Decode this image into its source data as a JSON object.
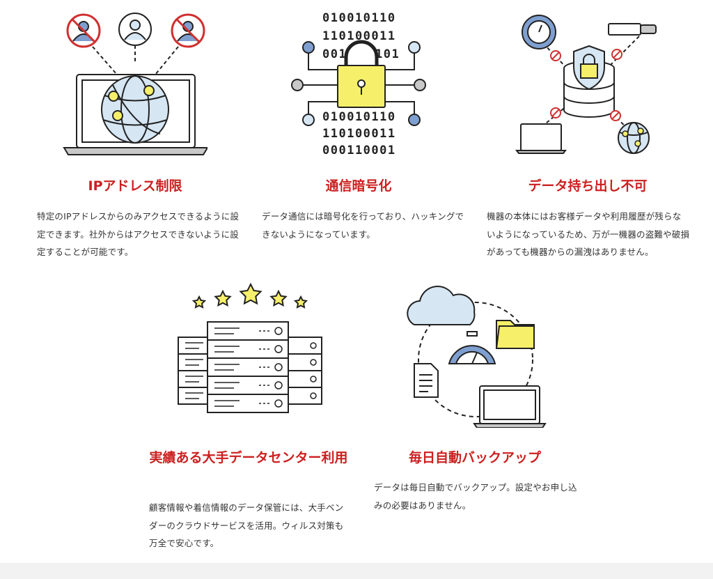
{
  "features": [
    {
      "id": "ip",
      "title": "IPアドレス制限",
      "text": "特定のIPアドレスからのみアクセスできるように設定できます。社外からはアクセスできないように設定することが可能です。",
      "icon": "laptop-globe-users-icon"
    },
    {
      "id": "encryption",
      "title": "通信暗号化",
      "text": "データ通信には暗号化を行っており、ハッキングできないようになっています。",
      "icon": "padlock-binary-icon",
      "binary_top": [
        "010010110",
        "110100011",
        "001",
        "101"
      ],
      "binary_bottom": [
        "010010110",
        "110100011",
        "000110001"
      ]
    },
    {
      "id": "no-takeout",
      "title": "データ持ち出し不可",
      "text": "機器の本体にはお客様データや利用履歴が残らないようになっているため、万が一機器の盗難や破損があっても機器からの漏洩はありません。",
      "icon": "shield-database-icon"
    },
    {
      "id": "datacenter",
      "title": "実績ある大手データセンター利用",
      "text": "顧客情報や着信情報のデータ保管には、大手ベンダーのクラウドサービスを活用。ウィルス対策も万全で安心です。",
      "icon": "server-rack-stars-icon"
    },
    {
      "id": "backup",
      "title": "毎日自動バックアップ",
      "text": "データは毎日自動でバックアップ。設定やお申し込みの必要はありません。",
      "icon": "cloud-backup-icon"
    }
  ],
  "colors": {
    "accent": "#cc2020",
    "line": "#222222",
    "light_blue": "#d6e6f3",
    "mid_blue": "#7f9fd0",
    "yellow": "#f6ef6a",
    "grey": "#c8c8c8"
  }
}
